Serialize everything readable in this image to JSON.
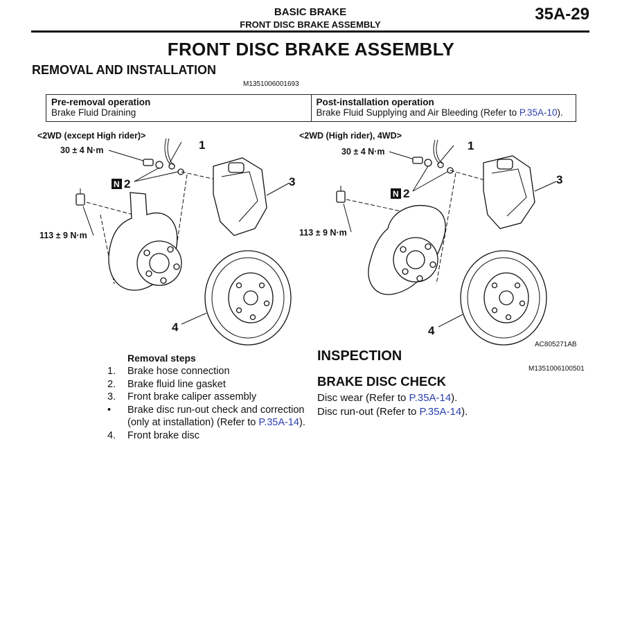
{
  "header": {
    "section_title": "BASIC BRAKE",
    "subsection_title": "FRONT DISC BRAKE ASSEMBLY",
    "page_number": "35A-29"
  },
  "main_title": "FRONT DISC BRAKE ASSEMBLY",
  "removal_section": {
    "heading": "REMOVAL AND INSTALLATION",
    "code": "M1351006001693"
  },
  "operations": {
    "pre_removal": {
      "heading": "Pre-removal operation",
      "text": "Brake Fluid Draining"
    },
    "post_installation": {
      "heading": "Post-installation operation",
      "text_before": "Brake Fluid Supplying and Air Bleeding (Refer to ",
      "link": "P.35A-10",
      "text_after": ")."
    }
  },
  "figure": {
    "left_caption": "<2WD (except High rider)>",
    "right_caption": "<2WD (High rider), 4WD>",
    "left_torque_top": "30 ± 4 N·m",
    "left_torque_bottom": "113 ± 9 N·m",
    "right_torque_top": "30 ± 4 N·m",
    "right_torque_bottom": "113 ± 9 N·m",
    "n_badge": "N",
    "callouts": {
      "one": "1",
      "two": "2",
      "three": "3",
      "four": "4"
    },
    "code": "AC805271AB"
  },
  "removal_steps": {
    "heading": "Removal steps",
    "items": [
      {
        "marker": "1.",
        "text": "Brake hose connection"
      },
      {
        "marker": "2.",
        "text": "Brake fluid line gasket"
      },
      {
        "marker": "3.",
        "text": "Front brake caliper assembly"
      },
      {
        "marker": "•",
        "text_before": "Brake disc run-out check and correction (only at installation) (Refer to ",
        "link": "P.35A-14",
        "text_after": ")."
      },
      {
        "marker": "4.",
        "text": "Front brake disc"
      }
    ]
  },
  "inspection": {
    "heading": "INSPECTION",
    "code": "M1351006100501",
    "subheading": "BRAKE DISC CHECK",
    "lines": [
      {
        "text_before": "Disc wear (Refer to ",
        "link": "P.35A-14",
        "text_after": ")."
      },
      {
        "text_before": "Disc run-out (Refer to ",
        "link": "P.35A-14",
        "text_after": ")."
      }
    ]
  }
}
